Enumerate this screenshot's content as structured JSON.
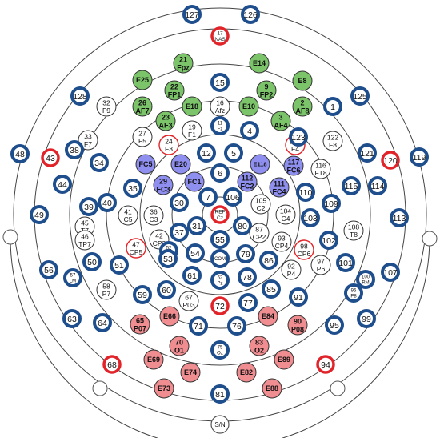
{
  "colors": {
    "ring": "#1f4e8c",
    "red_ring": "#e0242a",
    "green": "#7cc46a",
    "blue": "#8f8ff0",
    "pink": "#ef8d91",
    "outline": "#333333",
    "text": "#111111"
  },
  "bottom_label": "S/N",
  "electrodes": [
    {
      "l1": "127",
      "style": "ring"
    },
    {
      "l1": "126",
      "style": "ring"
    },
    {
      "l1": "17",
      "l2": "NAS",
      "style": "red"
    },
    {
      "l1": "21",
      "l2": "Fpz",
      "style": "green"
    },
    {
      "l1": "E14",
      "style": "green"
    },
    {
      "l1": "E25",
      "style": "green"
    },
    {
      "l1": "15",
      "style": "ring"
    },
    {
      "l1": "E8",
      "style": "green"
    },
    {
      "l1": "22",
      "l2": "FP1",
      "style": "green"
    },
    {
      "l1": "9",
      "l2": "FP2",
      "style": "green"
    },
    {
      "l1": "128",
      "style": "ring"
    },
    {
      "l1": "125",
      "style": "ring"
    },
    {
      "l1": "32",
      "l2": "F9",
      "style": "plain"
    },
    {
      "l1": "26",
      "l2": "AF7",
      "style": "green"
    },
    {
      "l1": "E18",
      "style": "green"
    },
    {
      "l1": "16",
      "l2": "Afz",
      "style": "plain"
    },
    {
      "l1": "E10",
      "style": "green"
    },
    {
      "l1": "2",
      "l2": "AF8",
      "style": "green"
    },
    {
      "l1": "1",
      "style": "ring"
    },
    {
      "l1": "23",
      "l2": "AF3",
      "style": "green"
    },
    {
      "l1": "3",
      "l2": "AF4",
      "style": "green"
    },
    {
      "l1": "33",
      "l2": "F7",
      "style": "plain"
    },
    {
      "l1": "27",
      "l2": "F5",
      "style": "plain"
    },
    {
      "l1": "19",
      "l2": "F1",
      "style": "plain"
    },
    {
      "l1": "11",
      "l2": "Fz",
      "style": "ring-small"
    },
    {
      "l1": "4",
      "style": "ring"
    },
    {
      "l1": "124",
      "l2": "F4",
      "style": "redthin"
    },
    {
      "l1": "123",
      "style": "ring"
    },
    {
      "l1": "122",
      "l2": "F8",
      "style": "plain"
    },
    {
      "l1": "24",
      "l2": "F3",
      "style": "redthin"
    },
    {
      "l1": "12",
      "style": "ring"
    },
    {
      "l1": "5",
      "style": "ring"
    },
    {
      "l1": "48",
      "style": "ring"
    },
    {
      "l1": "43",
      "style": "red"
    },
    {
      "l1": "38",
      "style": "ring"
    },
    {
      "l1": "34",
      "style": "ring"
    },
    {
      "l1": "FC5",
      "style": "blue"
    },
    {
      "l1": "E20",
      "style": "blue"
    },
    {
      "l1": "6",
      "style": "ring"
    },
    {
      "l1": "E118",
      "style": "blue"
    },
    {
      "l1": "117",
      "l2": "FC6",
      "style": "blue"
    },
    {
      "l1": "116",
      "l2": "FT8",
      "style": "plain"
    },
    {
      "l1": "121",
      "style": "ring"
    },
    {
      "l1": "120",
      "style": "red"
    },
    {
      "l1": "119",
      "style": "ring"
    },
    {
      "l1": "44",
      "style": "ring"
    },
    {
      "l1": "35",
      "style": "ring"
    },
    {
      "l1": "29",
      "l2": "FC3",
      "style": "blue"
    },
    {
      "l1": "FC1",
      "style": "blue"
    },
    {
      "l1": "112",
      "l2": "FC2",
      "style": "blue"
    },
    {
      "l1": "111",
      "l2": "FC4",
      "style": "blue"
    },
    {
      "l1": "110",
      "style": "ring"
    },
    {
      "l1": "115",
      "style": "ring"
    },
    {
      "l1": "114",
      "style": "ring"
    },
    {
      "l1": "39",
      "style": "ring"
    },
    {
      "l1": "40",
      "style": "ring"
    },
    {
      "l1": "30",
      "style": "ring"
    },
    {
      "l1": "7",
      "style": "ring"
    },
    {
      "l1": "106",
      "style": "ring"
    },
    {
      "l1": "105",
      "l2": "C2",
      "style": "plain"
    },
    {
      "l1": "109",
      "style": "ring"
    },
    {
      "l1": "36",
      "l2": "C3",
      "style": "plain"
    },
    {
      "l1": "41",
      "l2": "C5",
      "style": "plain"
    },
    {
      "l1": "REF",
      "l2": "Cz",
      "style": "red"
    },
    {
      "l1": "104",
      "l2": "C4",
      "style": "plain"
    },
    {
      "l1": "49",
      "style": "ring"
    },
    {
      "l1": "113",
      "style": "ring"
    },
    {
      "l1": "45",
      "l2": "T7",
      "style": "plain"
    },
    {
      "l1": "37",
      "style": "ring"
    },
    {
      "l1": "31",
      "style": "ring"
    },
    {
      "l1": "80",
      "style": "ring"
    },
    {
      "l1": "103",
      "style": "ring"
    },
    {
      "l1": "108",
      "l2": "T8",
      "style": "plain"
    },
    {
      "l1": "46",
      "l2": "TP7",
      "style": "plain"
    },
    {
      "l1": "42",
      "l2": "CP3",
      "style": "plain"
    },
    {
      "l1": "87",
      "l2": "CP2",
      "style": "plain"
    },
    {
      "l1": "55",
      "style": "ring"
    },
    {
      "l1": "93",
      "l2": "CP4",
      "style": "plain"
    },
    {
      "l1": "102",
      "style": "ring"
    },
    {
      "l1": "47",
      "l2": "CP5",
      "style": "redthin"
    },
    {
      "l1": "98",
      "l2": "CP6",
      "style": "redthin"
    },
    {
      "l1": "56",
      "style": "ring"
    },
    {
      "l1": "50",
      "style": "ring"
    },
    {
      "l1": "52",
      "l2": "P3",
      "style": "ring-small"
    },
    {
      "l1": "54",
      "style": "ring"
    },
    {
      "l1": "COM",
      "style": "ring-small"
    },
    {
      "l1": "79",
      "style": "ring"
    },
    {
      "l1": "86",
      "style": "ring"
    },
    {
      "l1": "97",
      "l2": "P6",
      "style": "plain"
    },
    {
      "l1": "107",
      "style": "ring"
    },
    {
      "l1": "51",
      "style": "ring"
    },
    {
      "l1": "53",
      "style": "ring"
    },
    {
      "l1": "92",
      "l2": "P4",
      "style": "plain"
    },
    {
      "l1": "101",
      "style": "ring"
    },
    {
      "l1": "57",
      "l2": "LM",
      "style": "ring-small"
    },
    {
      "l1": "61",
      "style": "ring"
    },
    {
      "l1": "62",
      "l2": "Pz",
      "style": "ring-small"
    },
    {
      "l1": "78",
      "style": "ring"
    },
    {
      "l1": "100",
      "l2": "RM",
      "style": "ring-small"
    },
    {
      "l1": "58",
      "l2": "P7",
      "style": "plain"
    },
    {
      "l1": "60",
      "style": "ring"
    },
    {
      "l1": "85",
      "style": "ring"
    },
    {
      "l1": "96",
      "l2": "P8",
      "style": "ring-small"
    },
    {
      "l1": "59",
      "style": "ring"
    },
    {
      "l1": "67",
      "l2": "P03",
      "style": "plain"
    },
    {
      "l1": "72",
      "style": "red"
    },
    {
      "l1": "77",
      "style": "ring"
    },
    {
      "l1": "91",
      "style": "ring"
    },
    {
      "l1": "E66",
      "style": "pink"
    },
    {
      "l1": "E84",
      "style": "pink"
    },
    {
      "l1": "63",
      "style": "ring"
    },
    {
      "l1": "65",
      "l2": "P07",
      "style": "pink"
    },
    {
      "l1": "71",
      "style": "ring"
    },
    {
      "l1": "76",
      "style": "ring"
    },
    {
      "l1": "90",
      "l2": "P08",
      "style": "pink"
    },
    {
      "l1": "99",
      "style": "ring"
    },
    {
      "l1": "64",
      "style": "ring"
    },
    {
      "l1": "70",
      "l2": "O1",
      "style": "pink"
    },
    {
      "l1": "75",
      "l2": "Oz",
      "style": "ring-small"
    },
    {
      "l1": "83",
      "l2": "O2",
      "style": "pink"
    },
    {
      "l1": "95",
      "style": "ring"
    },
    {
      "l1": "E69",
      "style": "pink"
    },
    {
      "l1": "E89",
      "style": "pink"
    },
    {
      "l1": "68",
      "style": "red"
    },
    {
      "l1": "E74",
      "style": "pink"
    },
    {
      "l1": "E82",
      "style": "pink"
    },
    {
      "l1": "94",
      "style": "red"
    },
    {
      "l1": "E73",
      "style": "pink"
    },
    {
      "l1": "E88",
      "style": "pink"
    },
    {
      "l1": "81",
      "style": "ring"
    }
  ]
}
